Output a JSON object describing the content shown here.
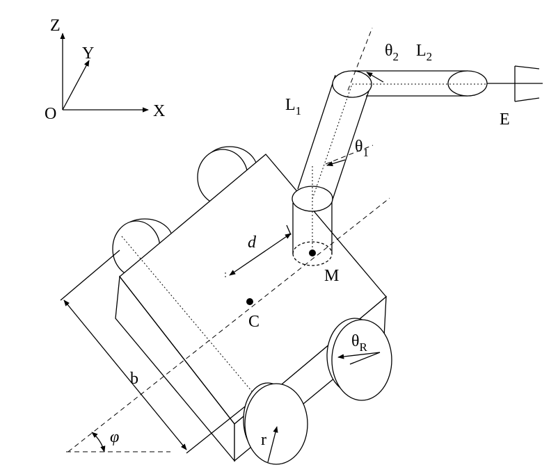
{
  "axes": {
    "z_label": "Z",
    "y_label": "Y",
    "x_label": "X",
    "origin_label": "O"
  },
  "robot": {
    "arm_link1": {
      "main": "L",
      "sub": "1"
    },
    "arm_link2": {
      "main": "L",
      "sub": "2"
    },
    "joint_angle1": {
      "main": "θ",
      "sub": "1"
    },
    "joint_angle2": {
      "main": "θ",
      "sub": "2"
    },
    "wheel_angle": {
      "main": "θ",
      "sub": "R"
    },
    "end_effector_label": "E",
    "manipulator_base_label": "M",
    "center_label": "C",
    "offset_label": "d",
    "wheelbase_label": "b",
    "wheel_radius_label": "r",
    "heading_angle_label": "φ"
  },
  "colors": {
    "stroke": "#000000",
    "side_shade": "#e3e3e3",
    "background": "#ffffff"
  }
}
